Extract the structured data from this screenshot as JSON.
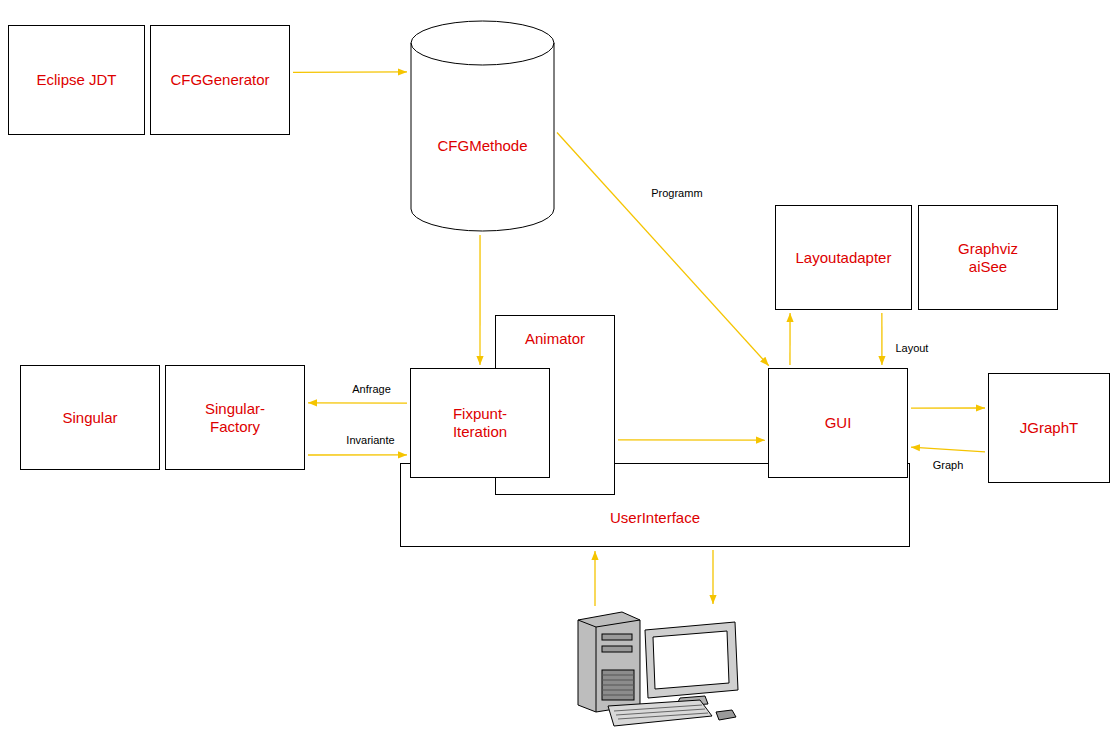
{
  "diagram": {
    "nodes": [
      {
        "text": [
          "Eclipse JDT"
        ]
      },
      {
        "text": [
          "CFGGenerator"
        ]
      },
      {
        "text": [
          "CFGMethode"
        ]
      },
      {
        "text": [
          "Layoutadapter"
        ]
      },
      {
        "text": [
          "Graphviz aiSee"
        ]
      },
      {
        "text": [
          "Animator"
        ]
      },
      {
        "text": [
          "Singular"
        ]
      },
      {
        "text": [
          "Singular- Factory"
        ]
      },
      {
        "text": [
          "Fixpunt- Iteration"
        ]
      },
      {
        "text": [
          "GUI"
        ]
      },
      {
        "text": [
          "JGraphT"
        ]
      },
      {
        "text": [
          "UserInterface"
        ]
      }
    ],
    "edges": [
      {
        "from": 1,
        "to": 2,
        "arrow": "to"
      },
      {
        "from": 2,
        "to": 8,
        "arrow": "to"
      },
      {
        "from": 2,
        "to": 9,
        "arrow": "to",
        "label": "Programm"
      },
      {
        "from": 8,
        "to": 7,
        "arrow": "to",
        "label": "Anfrage"
      },
      {
        "from": 7,
        "to": 8,
        "arrow": "to",
        "label": "Invariante"
      },
      {
        "from": 5,
        "to": 9,
        "arrow": "to"
      },
      {
        "from": 9,
        "to": 3,
        "arrow": "to"
      },
      {
        "from": 3,
        "to": 9,
        "arrow": "to",
        "label": "Layout"
      },
      {
        "from": 9,
        "to": 10,
        "arrow": "to"
      },
      {
        "from": 10,
        "to": 9,
        "arrow": "to",
        "label": "Graph"
      }
    ]
  }
}
